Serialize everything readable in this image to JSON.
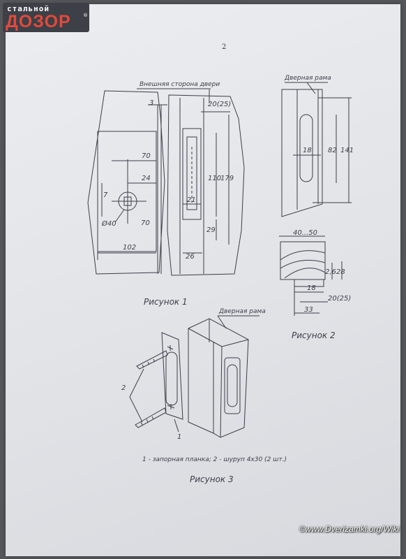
{
  "logo": {
    "line1": "стальной",
    "line2": "ДОЗОР",
    "reg": "®"
  },
  "page_number": "2",
  "figure1": {
    "caption": "Рисунок 1",
    "label_outer_side": "Внешняя сторона двери",
    "dims": {
      "d3": "3",
      "d20_25": "20(25)",
      "d70_top": "70",
      "d24": "24",
      "d7": "7",
      "d40": "Ø40",
      "d70_bottom": "70",
      "d102": "102",
      "d110": "110",
      "d179": "179",
      "d21": "21",
      "d29": "29",
      "d26": "26"
    }
  },
  "figure2": {
    "caption": "Рисунок 2",
    "label_frame": "Дверная рама",
    "dims": {
      "d18_top": "18",
      "d82": "82",
      "d141": "141",
      "d40_50": "40...50",
      "d2_6": "2,6",
      "d28": "28",
      "d18_bottom": "18",
      "d20_25": "20(25)",
      "d33": "33"
    }
  },
  "figure3": {
    "caption": "Рисунок 3",
    "label_frame": "Дверная рама",
    "callout_1": "1",
    "callout_2": "2",
    "legend": "1 - запорная планка; 2 - шуруп 4х30 (2 шт.)"
  },
  "watermark": "©www.Dverizamki.org/Wiki"
}
